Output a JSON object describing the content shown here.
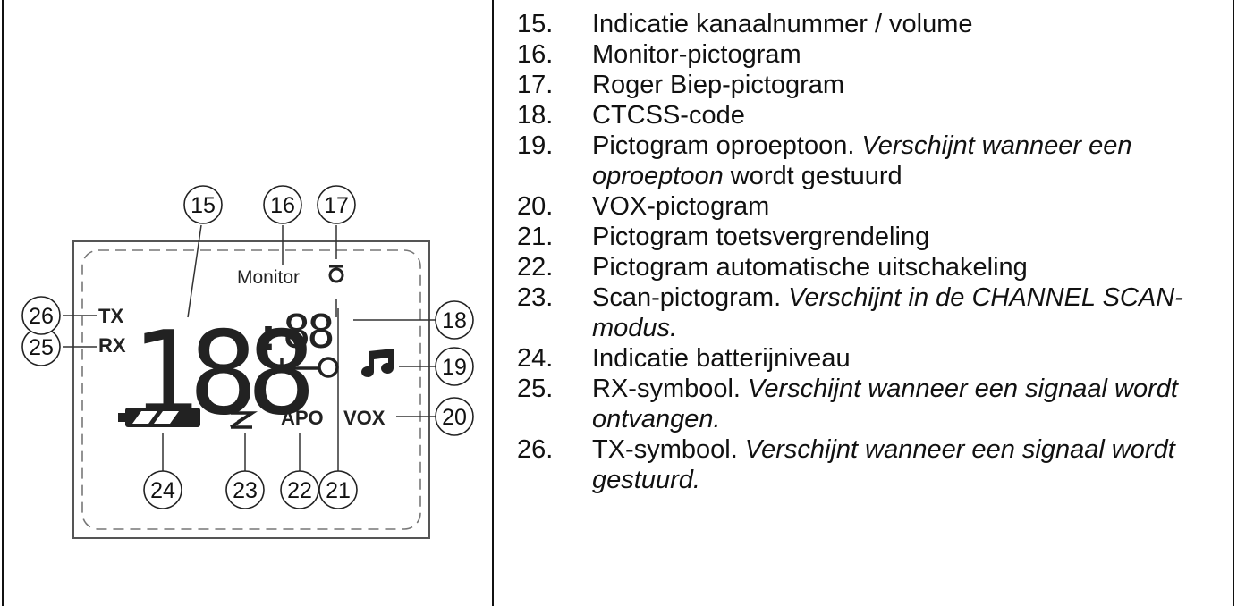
{
  "diagram": {
    "callouts": [
      "15",
      "16",
      "17",
      "18",
      "19",
      "20",
      "21",
      "22",
      "23",
      "24",
      "25",
      "26"
    ],
    "lcd": {
      "tx": "TX",
      "rx": "RX",
      "channel": "188",
      "colon": ":",
      "code": "88",
      "monitor": "Monitor",
      "apo": "APO",
      "vox": "VOX"
    },
    "icons": [
      "roger-beep-icon",
      "key-lock-icon",
      "music-note-icon",
      "battery-icon",
      "scan-icon"
    ]
  },
  "legend": [
    {
      "num": "15.",
      "text": "Indicatie kanaalnummer / volume",
      "note": "",
      "after": ""
    },
    {
      "num": "16.",
      "text": "Monitor-pictogram",
      "note": "",
      "after": ""
    },
    {
      "num": "17.",
      "text": "Roger Biep-pictogram",
      "note": "",
      "after": ""
    },
    {
      "num": "18.",
      "text": "CTCSS-code",
      "note": "",
      "after": ""
    },
    {
      "num": "19.",
      "text": "Pictogram oproeptoon. ",
      "note": "Verschijnt wanneer een oproeptoon",
      "after": " wordt gestuurd"
    },
    {
      "num": "20.",
      "text": "VOX-pictogram",
      "note": "",
      "after": ""
    },
    {
      "num": "21.",
      "text": "Pictogram toetsvergrendeling",
      "note": "",
      "after": ""
    },
    {
      "num": "22.",
      "text": "Pictogram automatische uitschakeling",
      "note": "",
      "after": ""
    },
    {
      "num": "23.",
      "text": "Scan-pictogram. ",
      "note": "Verschijnt in de CHANNEL SCAN-modus.",
      "after": ""
    },
    {
      "num": "24.",
      "text": "Indicatie batterijniveau",
      "note": "",
      "after": ""
    },
    {
      "num": "25.",
      "text": "RX-symbool. ",
      "note": "Verschijnt wanneer een signaal wordt ontvangen.",
      "after": ""
    },
    {
      "num": "26.",
      "text": "TX-symbool. ",
      "note": "Verschijnt wanneer een signaal wordt gestuurd.",
      "after": ""
    }
  ]
}
